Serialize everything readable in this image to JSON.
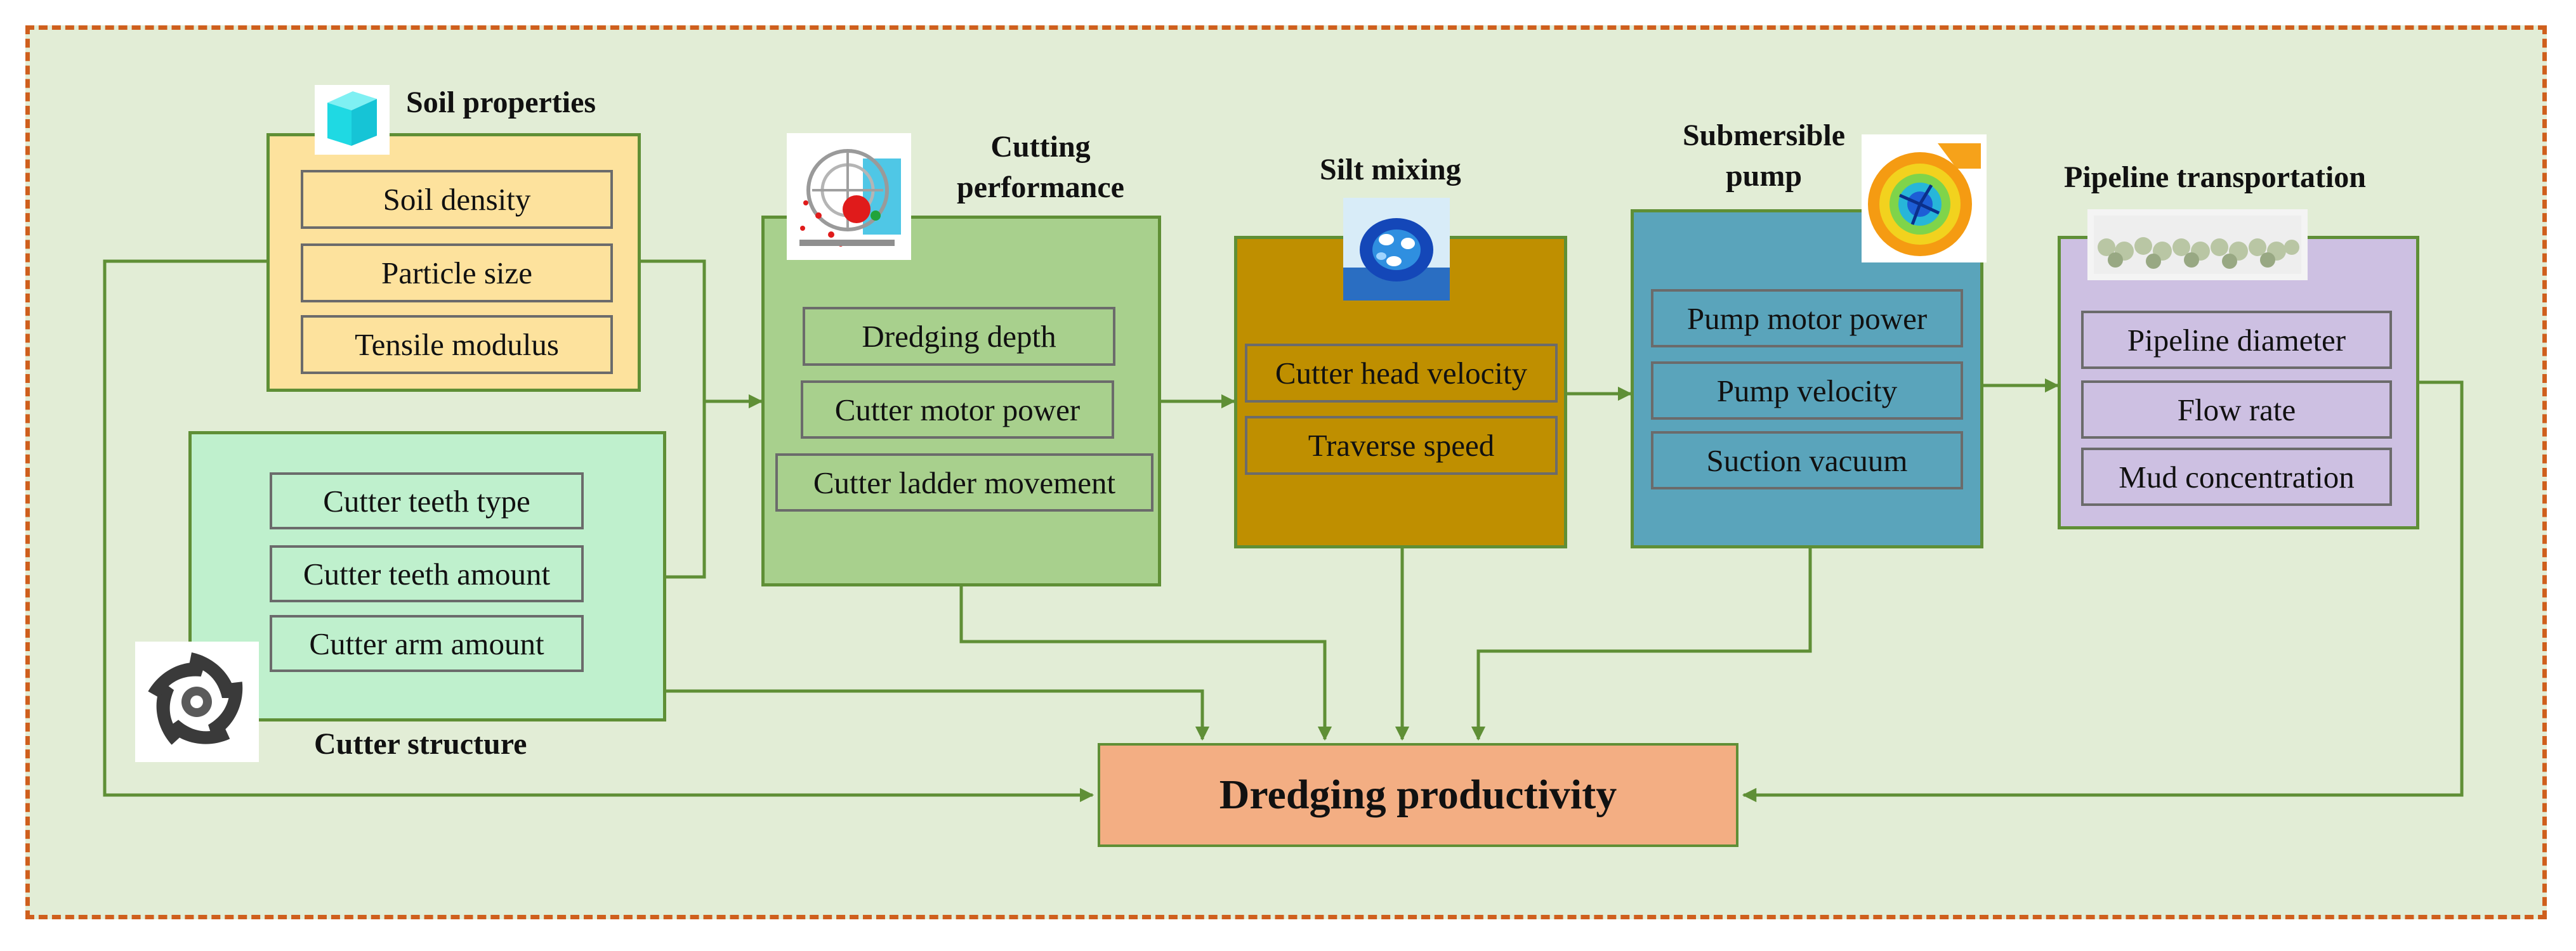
{
  "colors": {
    "frame_border": "#cf5f1d",
    "frame_background": "#e2edd6",
    "arrow": "#5f8f36",
    "soil_fill": "#fde29d",
    "cutter_structure_fill": "#bff0cd",
    "cutting_fill": "#a8d08d",
    "silt_fill": "#bf8f00",
    "pump_fill": "#5aa4bb",
    "pipeline_fill": "#cdc0e2",
    "result_fill": "#f3ae83"
  },
  "groups": {
    "soil": {
      "title": "Soil properties",
      "items": [
        "Soil density",
        "Particle size",
        "Tensile modulus"
      ],
      "icon": "cube-icon"
    },
    "cutter_structure": {
      "title": "Cutter structure",
      "items": [
        "Cutter teeth type",
        "Cutter teeth amount",
        "Cutter arm amount"
      ],
      "icon": "cutter-head-icon"
    },
    "cutting": {
      "title_lines": [
        "Cutting",
        "performance"
      ],
      "items": [
        "Dredging depth",
        "Cutter motor power",
        "Cutter ladder movement"
      ],
      "icon": "cutting-simulation-icon"
    },
    "silt": {
      "title": "Silt mixing",
      "items": [
        "Cutter head velocity",
        "Traverse speed"
      ],
      "icon": "silt-mixing-icon"
    },
    "pump": {
      "title_lines": [
        "Submersible",
        "pump"
      ],
      "items": [
        "Pump motor power",
        "Pump velocity",
        "Suction vacuum"
      ],
      "icon": "pump-flow-icon"
    },
    "pipeline": {
      "title": "Pipeline transportation",
      "items": [
        "Pipeline diameter",
        "Flow rate",
        "Mud concentration"
      ],
      "icon": "pipeline-flow-icon"
    }
  },
  "result": {
    "label": "Dredging productivity"
  }
}
